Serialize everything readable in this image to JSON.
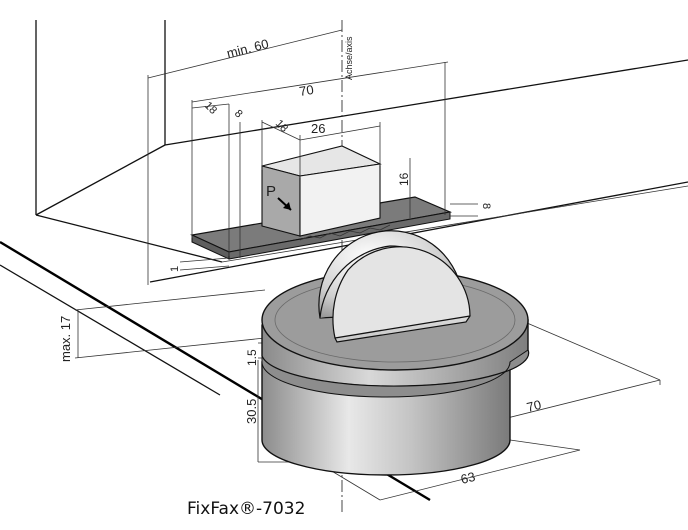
{
  "diagram": {
    "caption": "FixFax®-7032",
    "axis_label": "Achse/axis",
    "marker_label": "P",
    "dimensions": {
      "min60": "min. 60",
      "d70_top": "70",
      "d18_a": "18",
      "d8": "8",
      "d18_b": "18",
      "d26": "26",
      "d16": "16",
      "d8_right": "8",
      "d1": "1",
      "max17": "max. 17",
      "d1_5": "1.5",
      "d30_5": "30.5",
      "d70_bottom": "70",
      "d63": "63"
    },
    "colors": {
      "line": "#111111",
      "plate": "#7b7b7b",
      "block_light": "#f2f2f2",
      "block_mid": "#d0d0d0",
      "block_dark": "#a9a9a9",
      "cylinder_top": "#9c9c9c",
      "cylinder_side": "#a8a8a8"
    }
  }
}
